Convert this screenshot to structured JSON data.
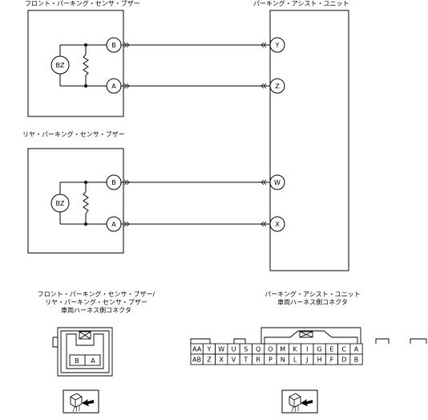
{
  "labels": {
    "front_buzzer": "フロント・パーキング・センサ・ブザー",
    "assist_unit": "パーキング・アシスト・ユニット",
    "rear_buzzer": "リヤ・パーキング・センサ・ブザー",
    "connector_left_line1": "フロント・パーキング・センサ・ブザー/",
    "connector_left_line2": "リヤ・パーキング・センサ・ブザー",
    "connector_left_line3": "車両ハーネス側コネクタ",
    "connector_right_line1": "パーキング・アシスト・ユニット",
    "connector_right_line2": "車両ハーネス側コネクタ"
  },
  "front": {
    "buzzer": "BZ",
    "pin_top": "B",
    "pin_bottom": "A",
    "unit_top": "Y",
    "unit_bottom": "Z"
  },
  "rear": {
    "buzzer": "BZ",
    "pin_top": "B",
    "pin_bottom": "A",
    "unit_top": "W",
    "unit_bottom": "X"
  },
  "buzzer_connector": {
    "pins": [
      "B",
      "A"
    ]
  },
  "unit_connector": {
    "row1": [
      "AA",
      "Y",
      "W",
      "U",
      "S",
      "Q",
      "O",
      "M",
      "K",
      "I",
      "G",
      "E",
      "C",
      "A"
    ],
    "row2": [
      "AB",
      "Z",
      "X",
      "V",
      "T",
      "R",
      "P",
      "N",
      "L",
      "J",
      "H",
      "F",
      "D",
      "B"
    ]
  },
  "icons": [
    "resistor-icon",
    "chevron-connector-icon",
    "connector-view-icon"
  ]
}
